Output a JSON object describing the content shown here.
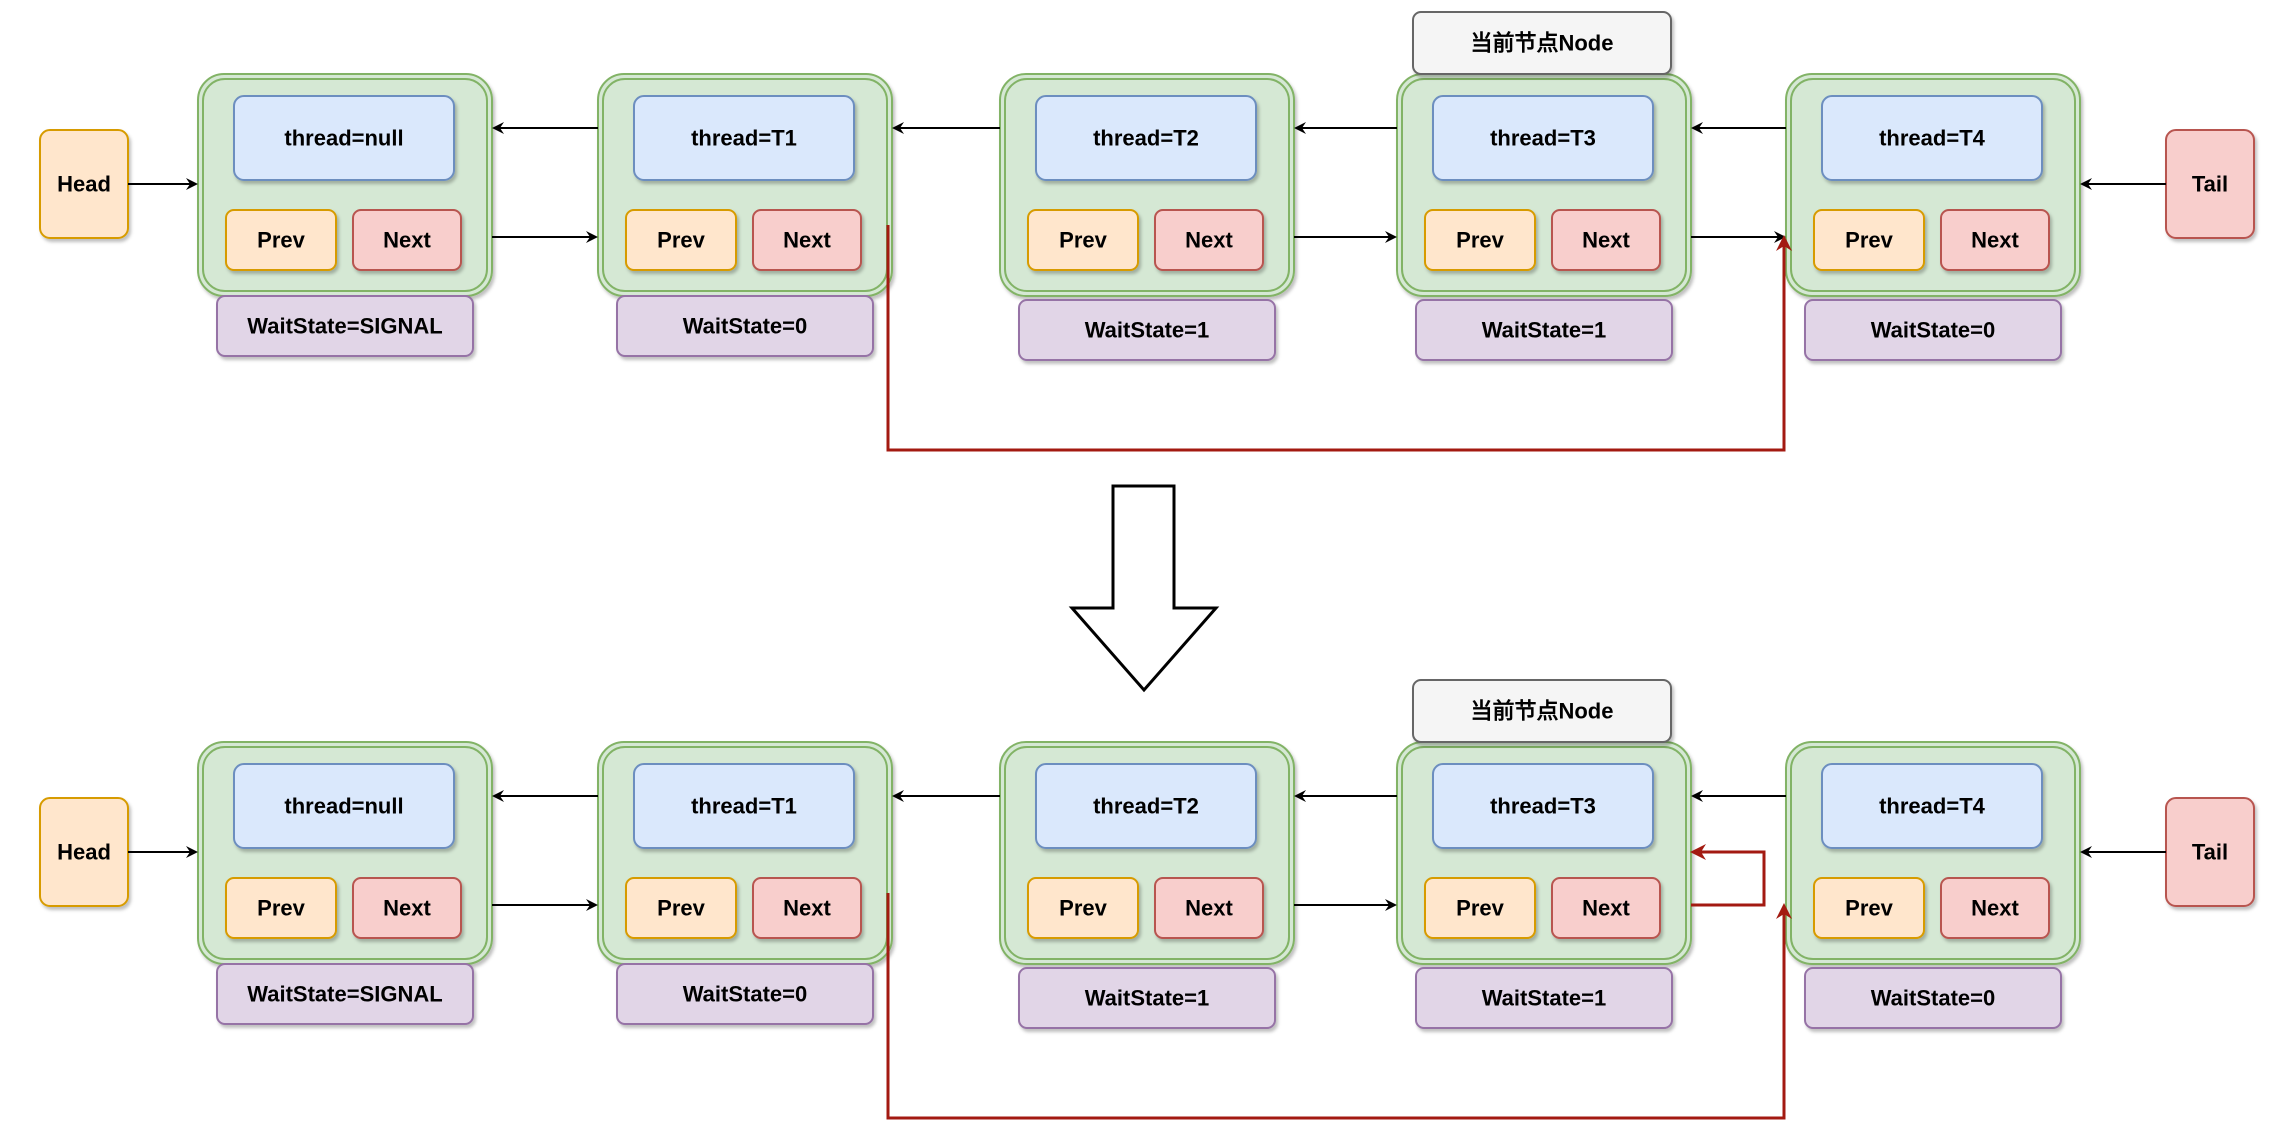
{
  "diagrams": [
    {
      "head_label": "Head",
      "tail_label": "Tail",
      "current_node_label": "当前节点Node",
      "nodes": [
        {
          "thread": "thread=null",
          "prev": "Prev",
          "next": "Next",
          "wait_state": "WaitState=SIGNAL"
        },
        {
          "thread": "thread=T1",
          "prev": "Prev",
          "next": "Next",
          "wait_state": "WaitState=0"
        },
        {
          "thread": "thread=T2",
          "prev": "Prev",
          "next": "Next",
          "wait_state": "WaitState=1"
        },
        {
          "thread": "thread=T3",
          "prev": "Prev",
          "next": "Next",
          "wait_state": "WaitState=1"
        },
        {
          "thread": "thread=T4",
          "prev": "Prev",
          "next": "Next",
          "wait_state": "WaitState=0"
        }
      ],
      "current_node_index": 3,
      "self_loop_on_current": false
    },
    {
      "head_label": "Head",
      "tail_label": "Tail",
      "current_node_label": "当前节点Node",
      "nodes": [
        {
          "thread": "thread=null",
          "prev": "Prev",
          "next": "Next",
          "wait_state": "WaitState=SIGNAL"
        },
        {
          "thread": "thread=T1",
          "prev": "Prev",
          "next": "Next",
          "wait_state": "WaitState=0"
        },
        {
          "thread": "thread=T2",
          "prev": "Prev",
          "next": "Next",
          "wait_state": "WaitState=1"
        },
        {
          "thread": "thread=T3",
          "prev": "Prev",
          "next": "Next",
          "wait_state": "WaitState=1"
        },
        {
          "thread": "thread=T4",
          "prev": "Prev",
          "next": "Next",
          "wait_state": "WaitState=0"
        }
      ],
      "current_node_index": 3,
      "self_loop_on_current": true
    }
  ],
  "colors": {
    "node_fill": "#d5e8d4",
    "node_stroke": "#82b366",
    "thread_fill": "#dae8fc",
    "thread_stroke": "#6c8ebf",
    "prev_fill": "#ffe6cc",
    "prev_stroke": "#d79b00",
    "next_fill": "#f8cecc",
    "next_stroke": "#b85450",
    "state_fill": "#e1d5e7",
    "state_stroke": "#9673a6",
    "label_fill": "#f5f5f5",
    "label_stroke": "#666666",
    "red_arrow": "#a31a11"
  }
}
